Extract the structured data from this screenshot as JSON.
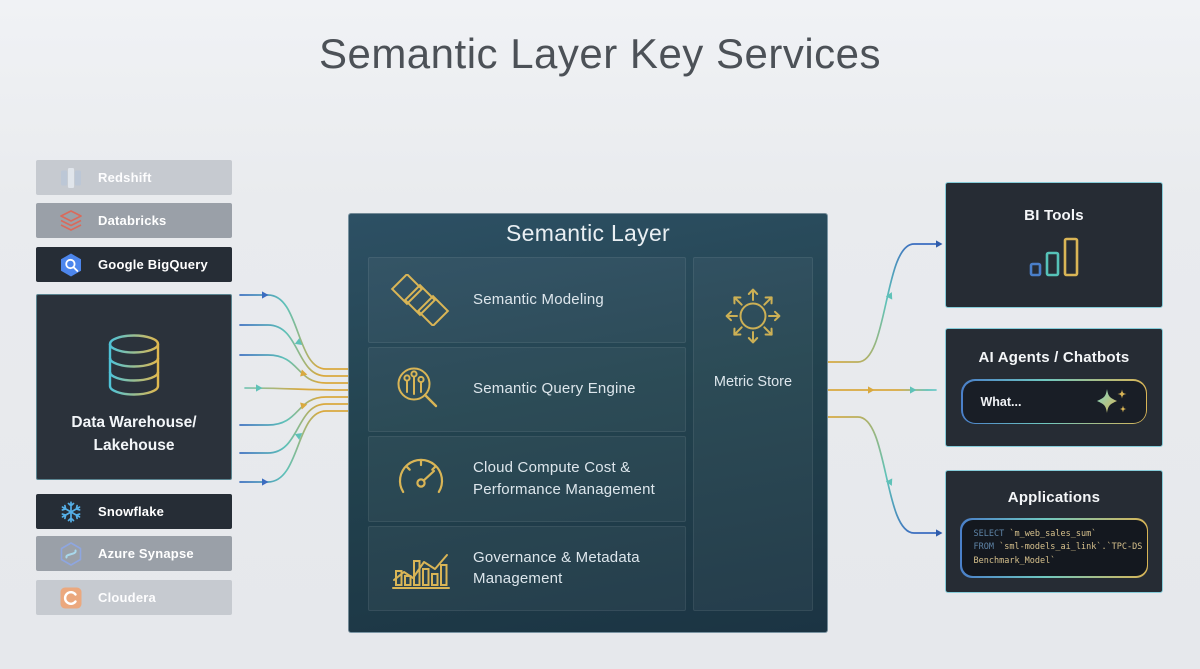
{
  "page": {
    "title": "Semantic Layer Key Services"
  },
  "sources": {
    "items": [
      {
        "label": "Redshift",
        "icon": "redshift-icon"
      },
      {
        "label": "Databricks",
        "icon": "databricks-icon"
      },
      {
        "label": "Google BigQuery",
        "icon": "bigquery-icon"
      },
      {
        "label": "Snowflake",
        "icon": "snowflake-icon"
      },
      {
        "label": "Azure Synapse",
        "icon": "azure-synapse-icon"
      },
      {
        "label": "Cloudera",
        "icon": "cloudera-icon"
      }
    ],
    "warehouse": {
      "line1": "Data Warehouse/",
      "line2": "Lakehouse",
      "icon": "database-cylinder-icon"
    }
  },
  "semantic_layer": {
    "title": "Semantic Layer",
    "services": [
      {
        "label": "Semantic Modeling",
        "icon": "semantic-modeling-icon"
      },
      {
        "label": "Semantic Query Engine",
        "icon": "semantic-query-engine-icon"
      },
      {
        "label": "Cloud Compute Cost & Performance Management",
        "icon": "gauge-icon"
      },
      {
        "label": "Governance & Metadata Management",
        "icon": "governance-chart-icon"
      }
    ],
    "metric_store": {
      "label": "Metric Store",
      "icon": "metric-store-icon"
    }
  },
  "consumers": {
    "bi_tools": {
      "title": "BI Tools",
      "icon": "bar-chart-icon"
    },
    "ai_agents": {
      "title": "AI Agents / Chatbots",
      "input_text": "What...",
      "icon": "sparkles-icon"
    },
    "applications": {
      "title": "Applications",
      "code": [
        {
          "keyword": "SELECT",
          "text": " `m_web_sales_sum`"
        },
        {
          "keyword": "FROM",
          "text": " `sml-models_ai_link`.`TPC-DS"
        },
        {
          "keyword": "",
          "text": "Benchmark_Model`"
        }
      ]
    }
  },
  "colors": {
    "accent_gold": "#d9b556",
    "accent_teal": "#5fc2b8",
    "accent_blue": "#3b6cc0",
    "box_border_cyan": "#86ccd9",
    "semantic_box_bg": "#23434f",
    "dark_bar_bg": "#262d36",
    "medium_bar_bg": "#9aa0a8",
    "light_bar_bg": "#c6cad0"
  }
}
